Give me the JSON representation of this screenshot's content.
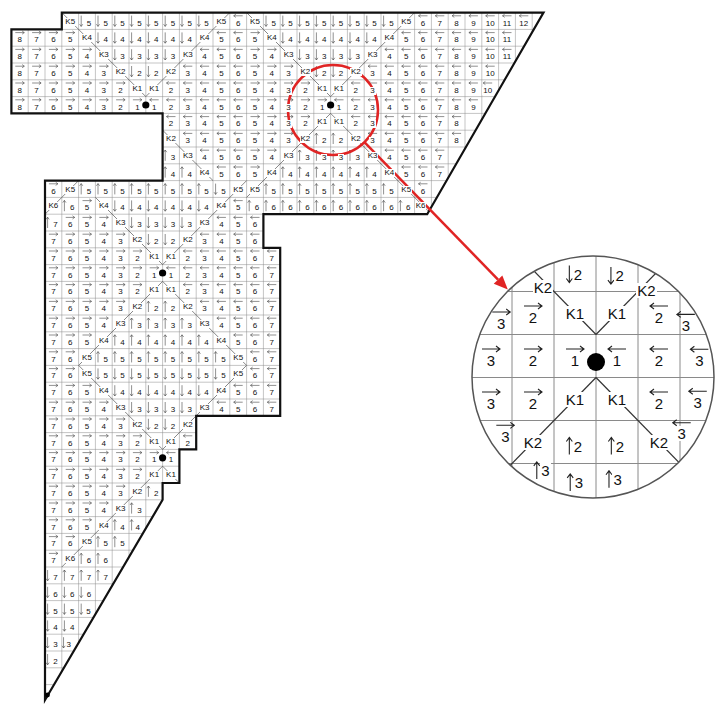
{
  "diagram": {
    "nodes": [
      {
        "text": [
          "K5",
          "5",
          "5",
          "5",
          "5",
          "5",
          "5",
          "5",
          "5",
          "K5",
          "6",
          "K5",
          "5",
          "5",
          "5",
          "5",
          "5",
          "5",
          "5",
          "5",
          "K5",
          "6",
          "7",
          "8",
          "9",
          "10",
          "11",
          "12",
          "8",
          "7",
          "6",
          "5",
          "K4",
          "4",
          "4",
          "4",
          "4",
          "4",
          "4",
          "K4",
          "5",
          "6",
          "5",
          "K4",
          "4",
          "4",
          "4",
          "4",
          "4",
          "4",
          "K4",
          "5",
          "6",
          "7",
          "8",
          "9",
          "10",
          "11",
          "8",
          "7",
          "6",
          "5",
          "4",
          "K3",
          "3",
          "3",
          "3",
          "3",
          "K3",
          "4",
          "5",
          "6",
          "5",
          "4",
          "K3",
          "3",
          "3",
          "3",
          "3",
          "K3",
          "4",
          "5",
          "6",
          "7",
          "8",
          "9",
          "10",
          "11",
          "8",
          "7",
          "6",
          "5",
          "4",
          "3",
          "K2",
          "2",
          "2",
          "K2",
          "3",
          "4",
          "5",
          "6",
          "5",
          "4",
          "3",
          "K2",
          "2",
          "2",
          "K2",
          "3",
          "4",
          "5",
          "6",
          "7",
          "8",
          "9",
          "10",
          "8",
          "7",
          "6",
          "5",
          "4",
          "3",
          "2",
          "K1",
          "K1",
          "2",
          "3",
          "4",
          "5",
          "6",
          "5",
          "4",
          "3",
          "2",
          "K1",
          "K1",
          "2",
          "3",
          "4",
          "5",
          "6",
          "7",
          "8",
          "9",
          "10",
          "8",
          "7",
          "6",
          "5",
          "4",
          "3",
          "2",
          "1",
          "1",
          "2",
          "3",
          "4",
          "5",
          "6",
          "5",
          "4",
          "3",
          "2",
          "1",
          "1",
          "2",
          "3",
          "4",
          "5",
          "6",
          "7",
          "8",
          "9",
          "2",
          "3",
          "4",
          "5",
          "6",
          "5",
          "4",
          "3",
          "2",
          "K1",
          "K1",
          "2",
          "3",
          "4",
          "5",
          "6",
          "7",
          "8",
          "K2",
          "3",
          "4",
          "5",
          "6",
          "5",
          "4",
          "3",
          "K2",
          "2",
          "2",
          "K2",
          "3",
          "4",
          "5",
          "6",
          "7",
          "8",
          "3",
          "K3",
          "4",
          "5",
          "6",
          "5",
          "4",
          "K3",
          "3",
          "3",
          "3",
          "3",
          "K3",
          "4",
          "5",
          "6",
          "7",
          "4",
          "4",
          "K4",
          "5",
          "6",
          "5",
          "K4",
          "4",
          "4",
          "4",
          "4",
          "4",
          "4",
          "K4",
          "5",
          "6",
          "7",
          "6",
          "K5",
          "5",
          "5",
          "5",
          "5",
          "5",
          "5",
          "5",
          "5",
          "5",
          "K5",
          "K5",
          "5",
          "5",
          "5",
          "5",
          "5",
          "5",
          "5",
          "5",
          "K5",
          "6",
          "K6",
          "6",
          "5",
          "K4",
          "4",
          "4",
          "4",
          "4",
          "4",
          "4",
          "K4",
          "5",
          "6",
          "6",
          "6",
          "6",
          "6",
          "6",
          "6",
          "6",
          "6",
          "6",
          "K6",
          "7",
          "6",
          "5",
          "4",
          "K3",
          "3",
          "3",
          "3",
          "3",
          "K3",
          "4",
          "5",
          "6",
          "7",
          "6",
          "5",
          "4",
          "3",
          "K2",
          "2",
          "2",
          "K2",
          "3",
          "4",
          "5",
          "6",
          "7",
          "6",
          "5",
          "4",
          "3",
          "2",
          "K1",
          "K1",
          "2",
          "3",
          "4",
          "5",
          "6",
          "7",
          "7",
          "6",
          "5",
          "4",
          "3",
          "2",
          "1",
          "1",
          "2",
          "3",
          "4",
          "5",
          "6",
          "7",
          "7",
          "6",
          "5",
          "4",
          "3",
          "2",
          "K1",
          "K1",
          "2",
          "3",
          "4",
          "5",
          "6",
          "7",
          "7",
          "6",
          "5",
          "4",
          "3",
          "K2",
          "2",
          "2",
          "K2",
          "3",
          "4",
          "5",
          "6",
          "7",
          "7",
          "6",
          "5",
          "4",
          "K3",
          "3",
          "3",
          "3",
          "3",
          "K3",
          "4",
          "5",
          "6",
          "7",
          "7",
          "6",
          "5",
          "K4",
          "4",
          "4",
          "4",
          "4",
          "4",
          "4",
          "K4",
          "5",
          "6",
          "7",
          "7",
          "6",
          "K5",
          "5",
          "5",
          "5",
          "5",
          "5",
          "5",
          "5",
          "5",
          "K5",
          "6",
          "7",
          "7",
          "6",
          "K5",
          "5",
          "5",
          "5",
          "5",
          "5",
          "5",
          "5",
          "5",
          "K5",
          "6",
          "7",
          "7",
          "6",
          "5",
          "K4",
          "4",
          "4",
          "4",
          "4",
          "4",
          "4",
          "K4",
          "5",
          "6",
          "7",
          "7",
          "6",
          "5",
          "4",
          "K3",
          "3",
          "3",
          "3",
          "3",
          "K3",
          "4",
          "5",
          "6",
          "7",
          "7",
          "6",
          "5",
          "4",
          "3",
          "K2",
          "2",
          "2",
          "K2",
          "7",
          "6",
          "5",
          "4",
          "3",
          "2",
          "K1",
          "K1",
          "2",
          "7",
          "6",
          "5",
          "4",
          "3",
          "2",
          "1",
          "1",
          "7",
          "6",
          "5",
          "4",
          "3",
          "2",
          "K1",
          "K1",
          "7",
          "6",
          "5",
          "4",
          "3",
          "K2",
          "2",
          "7",
          "6",
          "5",
          "4",
          "K3",
          "3",
          "7",
          "6",
          "5",
          "K4",
          "4",
          "4",
          "7",
          "6",
          "K5",
          "5",
          "5",
          "7",
          "K6",
          "6",
          "6",
          "7",
          "7",
          "7",
          "7",
          "6",
          "6",
          "6",
          "5",
          "5",
          "5",
          "4",
          "4",
          "3",
          "3",
          "2"
        ]
      },
      {
        "text": [
          "K2",
          "2",
          "2",
          "K2",
          "3",
          "2",
          "K1",
          "K1",
          "2",
          "3",
          "3",
          "2",
          "1",
          "1",
          "2",
          "3",
          "3",
          "2",
          "K1",
          "K1",
          "2",
          "3",
          "3",
          "K2",
          "2",
          "2",
          "K2",
          "3",
          "3",
          "3",
          "3"
        ]
      }
    ]
  }
}
